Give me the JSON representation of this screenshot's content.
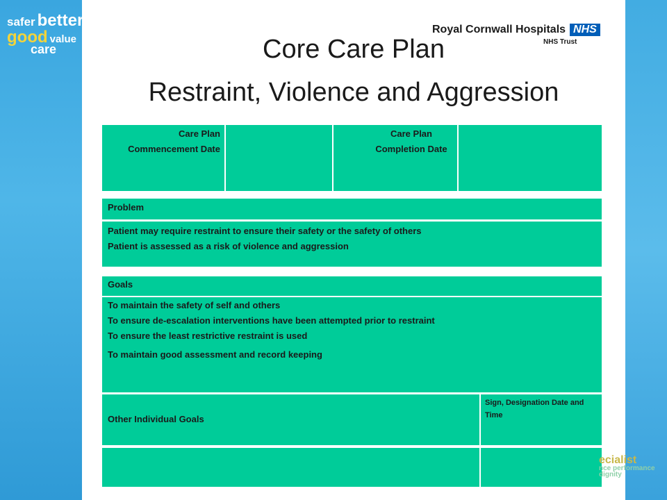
{
  "branding": {
    "slogan": {
      "safer": "safer",
      "better": "better",
      "good": "good",
      "value": "value",
      "care": "care"
    },
    "org_name": "Royal Cornwall Hospitals",
    "nhs": "NHS",
    "trust": "NHS Trust",
    "corner_text_1": "ecialist",
    "corner_text_2": "nce performance",
    "corner_text_3": "dignity"
  },
  "title": {
    "line1": "Core Care Plan",
    "line2": "Restraint, Violence and Aggression"
  },
  "header_row": {
    "commencement_label": "Care Plan Commencement Date",
    "completion_label": "Care Plan Completion Date"
  },
  "problem": {
    "heading": "Problem",
    "lines": [
      "Patient may require restraint to ensure their safety or the safety of others",
      "Patient is assessed as a risk of violence and aggression"
    ]
  },
  "goals": {
    "heading": "Goals",
    "lines": [
      "To maintain the safety of self and others",
      "To ensure de-escalation interventions have been attempted prior to restraint",
      "To ensure the least restrictive restraint is used",
      "To maintain good assessment and record keeping"
    ],
    "other_label": "Other Individual Goals",
    "sign_label": "Sign, Designation Date and Time"
  },
  "colors": {
    "table_green": "#00cc99",
    "band_blue": "#3aa6df",
    "nhs_blue": "#005eb8"
  }
}
